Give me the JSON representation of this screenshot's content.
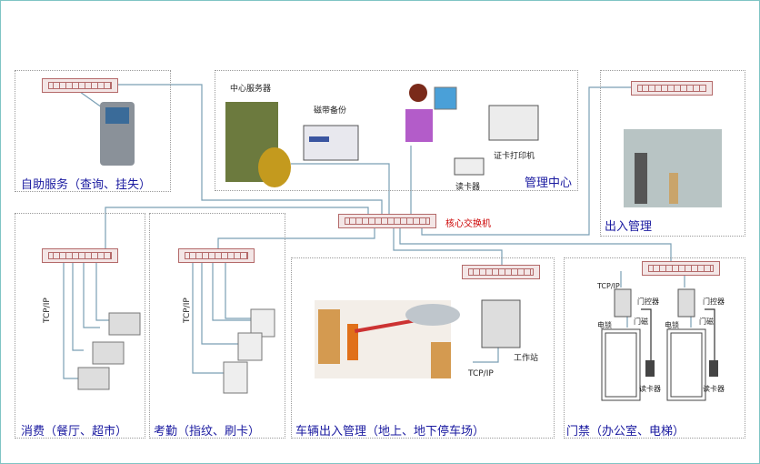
{
  "core_switch": {
    "label": "核心交换机"
  },
  "panels": {
    "self_service": {
      "title": "自助服务（查询、挂失）"
    },
    "management": {
      "title": "管理中心",
      "server": "中心服务器",
      "tape": "磁带备份",
      "printer": "证卡打印机",
      "reader": "读卡器"
    },
    "entry": {
      "title": "出入管理"
    },
    "consumption": {
      "title": "消费（餐厅、超市）",
      "protocol": "TCP/IP"
    },
    "attendance": {
      "title": "考勤（指纹、刷卡）",
      "protocol": "TCP/IP"
    },
    "vehicle": {
      "title": "车辆出入管理（地上、地下停车场）",
      "workstation": "工作站",
      "protocol": "TCP/IP"
    },
    "access": {
      "title": "门禁（办公室、电梯）",
      "protocol": "TCP/IP",
      "controller": "门控器",
      "magnet": "门磁",
      "lock": "电锁",
      "reader": "读卡器"
    }
  },
  "colors": {
    "line": "#7a9fb5",
    "title": "#1a1aa0",
    "switch_label": "#cc0000"
  }
}
